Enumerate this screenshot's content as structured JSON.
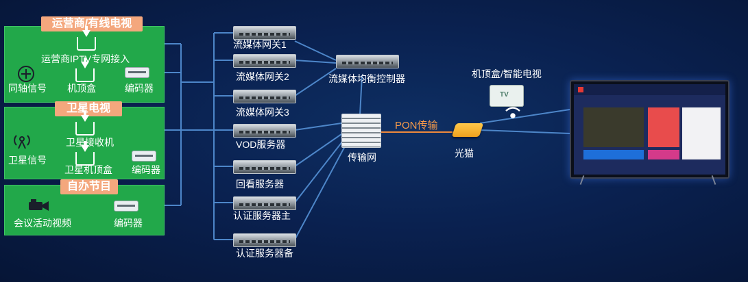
{
  "panels": {
    "operator": {
      "title": "运营商/有线电视",
      "iptv_label": "运营商IPTV专网接入",
      "coax_label": "同轴信号",
      "stb_label": "机顶盒",
      "encoder_label": "编码器"
    },
    "satellite": {
      "title": "卫星电视",
      "receiver_label": "卫星接收机",
      "signal_label": "卫星信号",
      "stb_label": "卫星机顶盒",
      "encoder_label": "编码器"
    },
    "self": {
      "title": "自办节目",
      "video_label": "会议活动视频",
      "encoder_label": "编码器"
    }
  },
  "servers": [
    "流媒体网关1",
    "流媒体网关2",
    "流媒体网关3",
    "VOD服务器",
    "回看服务器",
    "认证服务器主",
    "认证服务器备"
  ],
  "lb_label": "流媒体均衡控制器",
  "transport_label": "传输网",
  "pon_label": "PON传输",
  "modem_label": "光猫",
  "terminal_label": "机顶盒/智能电视",
  "stb_badge": "TV",
  "colors": {
    "panel": "#22a84a",
    "title_bg": "#f4a77d",
    "wire": "#4d86c9",
    "pon": "#f08a3c",
    "pon_text": "#f59a4a"
  }
}
